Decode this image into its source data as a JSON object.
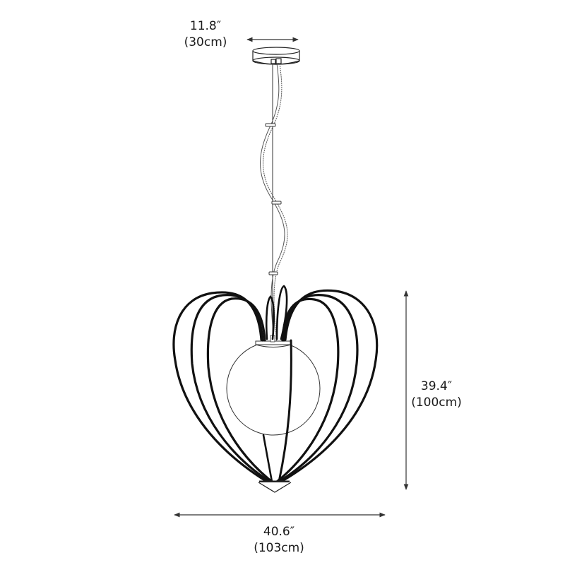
{
  "diagram": {
    "subject": "pendant-lamp-dimension-drawing",
    "colors": {
      "background": "#ffffff",
      "line": "#111111",
      "dimension_line": "#333333"
    },
    "dimensions": {
      "canopy_diameter": {
        "inches": "11.8″",
        "cm": "(30cm)"
      },
      "height": {
        "inches": "39.4″",
        "cm": "(100cm)"
      },
      "width": {
        "inches": "40.6″",
        "cm": "(103cm)"
      }
    },
    "parts": [
      "ceiling-canopy",
      "suspension-cable",
      "power-cord",
      "cord-clips",
      "heart-shaped-ribbon-frame",
      "glass-globe-bulb",
      "bottom-finial"
    ]
  }
}
